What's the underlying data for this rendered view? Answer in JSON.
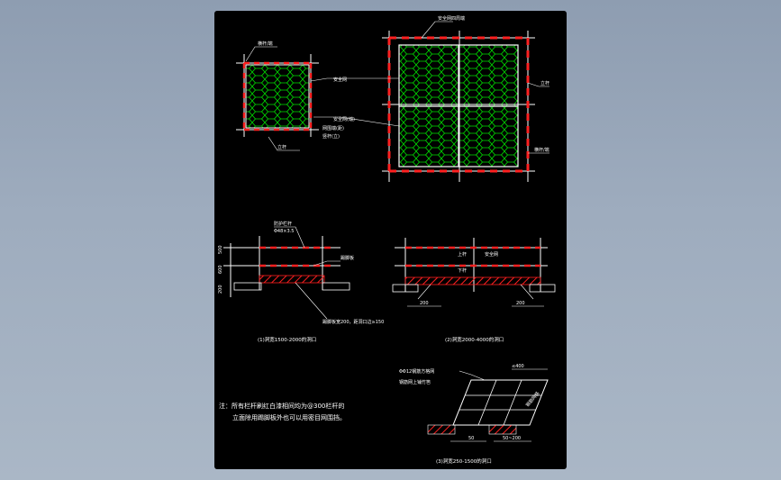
{
  "colors": {
    "background": "#8e9db1",
    "sheet": "#000000",
    "line": "#ffffff",
    "barrier_red": "#ff2020",
    "mesh_green": "#00e000"
  },
  "plan_left": {
    "label_top": "横杆/端",
    "label_right_top": "安全网",
    "label_right_mid": "安全网(端)",
    "label_right_sub": "网围端(距)",
    "label_right_sub2": "竖杆(立)",
    "label_bottom": "立杆"
  },
  "plan_right": {
    "label_top": "安全网四周端",
    "label_right_top": "立杆",
    "label_right_bottom": "横杆/端"
  },
  "section1": {
    "label1": "防护栏杆",
    "label2": "Φ48×3.5",
    "label3": "踢脚板",
    "dim_top": "500",
    "dim_mid": "600",
    "dim_bot": "200",
    "note": "踢脚板宽200，距洞口边≥150",
    "caption": "(1)洞宽1500-2000的洞口"
  },
  "section2": {
    "label1": "上杆",
    "label2": "下杆",
    "label3": "安全网",
    "dim_left": "200",
    "dim_right": "200",
    "caption": "(2)洞宽2000-4000的洞口"
  },
  "section3": {
    "label1": "ΦΦ12钢筋方格网",
    "label2": "钢筋网上铺竹笆",
    "dim_top": "≤400",
    "dim_side": "钢筋网格",
    "dim_a": "50",
    "dim_b": "50~200",
    "caption": "(3)洞宽250-1500的洞口"
  },
  "notes": {
    "line1": "注：所有栏杆刷红白漆相间均为@300栏杆的",
    "line2": "立面除用踢脚板外也可以用密目网围挡。"
  }
}
